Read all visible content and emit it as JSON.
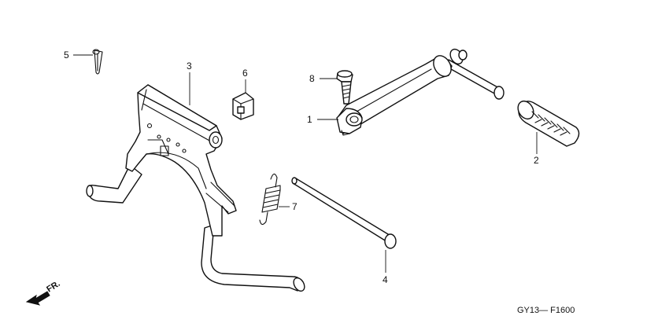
{
  "callouts": [
    {
      "id": "1",
      "text": "1"
    },
    {
      "id": "2",
      "text": "2"
    },
    {
      "id": "3",
      "text": "3"
    },
    {
      "id": "4",
      "text": "4"
    },
    {
      "id": "5",
      "text": "5"
    },
    {
      "id": "6",
      "text": "6"
    },
    {
      "id": "7",
      "text": "7"
    },
    {
      "id": "8",
      "text": "8"
    }
  ],
  "direction_marker": {
    "text": "FR.",
    "icon": "front-direction-arrow-icon"
  },
  "diagram_code": "GY13— F1600"
}
